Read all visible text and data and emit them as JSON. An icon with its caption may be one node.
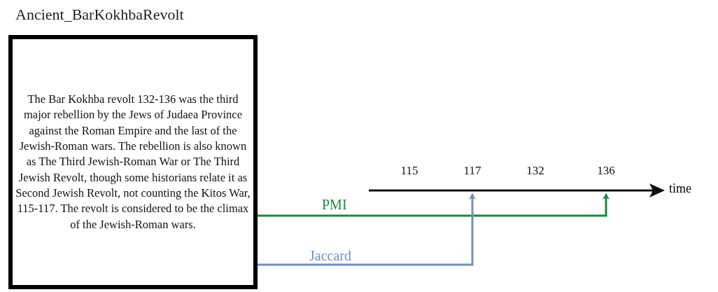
{
  "diagram": {
    "title": "Ancient_BarKokhbaRevolt",
    "nodes": [
      {
        "text": [
          "The Bar Kokhba revolt 132-136 was the third major rebellion by the Jews of Judaea Province against the Roman Empire and the last of the Jewish-Roman wars. The rebellion is also known as The Third Jewish-Roman War or The Third Jewish Revolt, though some historians relate it as Second Jewish Revolt, not counting the Kitos War, 115-117. The revolt is considered to be the climax of the Jewish-Roman wars."
        ]
      },
      {
        "text": [
          "115"
        ]
      },
      {
        "text": [
          "117"
        ]
      },
      {
        "text": [
          "132"
        ]
      },
      {
        "text": [
          "136"
        ]
      }
    ],
    "edges": [
      {
        "from": 0,
        "to": 4,
        "arrow": "to",
        "label": "PMI",
        "color": "#1a8a3c"
      },
      {
        "from": 0,
        "to": 2,
        "arrow": "to",
        "label": "Jaccard",
        "color": "#6f8fc4"
      }
    ],
    "labels": [
      "time"
    ]
  }
}
